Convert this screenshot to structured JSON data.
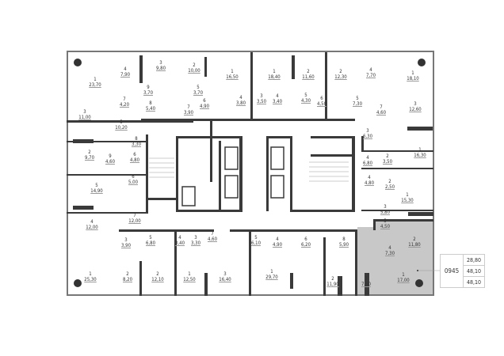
{
  "plan": {
    "rooms": [
      {
        "n": "1",
        "a": "23,70"
      },
      {
        "n": "4",
        "a": "7,90"
      },
      {
        "n": "3",
        "a": "9,80"
      },
      {
        "n": "2",
        "a": "10,00"
      },
      {
        "n": "1",
        "a": "16,50"
      },
      {
        "n": "9",
        "a": "3,70"
      },
      {
        "n": "5",
        "a": "3,70"
      },
      {
        "n": "7",
        "a": "4,20"
      },
      {
        "n": "8",
        "a": "5,40"
      },
      {
        "n": "7",
        "a": "3,90"
      },
      {
        "n": "6",
        "a": "4,90"
      },
      {
        "n": "4",
        "a": "3,80"
      },
      {
        "n": "3",
        "a": "11,00"
      },
      {
        "n": "5",
        "a": "10,20"
      },
      {
        "n": "8",
        "a": "3,30"
      },
      {
        "n": "2",
        "a": "9,70"
      },
      {
        "n": "9",
        "a": "4,60"
      },
      {
        "n": "6",
        "a": "4,80"
      },
      {
        "n": "6",
        "a": "5,00"
      },
      {
        "n": "5",
        "a": "14,90"
      },
      {
        "n": "4",
        "a": "12,00"
      },
      {
        "n": "7",
        "a": "12,00"
      },
      {
        "n": "3",
        "a": "3,90"
      },
      {
        "n": "5",
        "a": "6,80"
      },
      {
        "n": "4",
        "a": "3,40"
      },
      {
        "n": "3",
        "a": "3,30"
      },
      {
        "n": "7",
        "a": "4,60"
      },
      {
        "n": "5",
        "a": "6,10"
      },
      {
        "n": "1",
        "a": "25,30"
      },
      {
        "n": "2",
        "a": "8,20"
      },
      {
        "n": "2",
        "a": "12,10"
      },
      {
        "n": "1",
        "a": "12,50"
      },
      {
        "n": "3",
        "a": "16,40"
      },
      {
        "n": "1",
        "a": "29,70"
      },
      {
        "n": "2",
        "a": "11,90"
      },
      {
        "n": "3",
        "a": "7,50"
      },
      {
        "n": "1",
        "a": "17,00"
      },
      {
        "n": "4",
        "a": "4,90"
      },
      {
        "n": "6",
        "a": "6,20"
      },
      {
        "n": "8",
        "a": "5,90"
      },
      {
        "n": "5",
        "a": "4,50"
      },
      {
        "n": "2",
        "a": "11,80"
      },
      {
        "n": "4",
        "a": "7,30"
      },
      {
        "n": "3",
        "a": "5,80"
      },
      {
        "n": "4",
        "a": "4,80"
      },
      {
        "n": "2",
        "a": "2,50"
      },
      {
        "n": "1",
        "a": "15,30"
      },
      {
        "n": "4",
        "a": "6,80"
      },
      {
        "n": "2",
        "a": "3,50"
      },
      {
        "n": "1",
        "a": "16,30"
      },
      {
        "n": "3",
        "a": "6,30"
      },
      {
        "n": "7",
        "a": "4,60"
      },
      {
        "n": "3",
        "a": "12,60"
      },
      {
        "n": "5",
        "a": "7,30"
      },
      {
        "n": "1",
        "a": "18,10"
      },
      {
        "n": "4",
        "a": "7,70"
      },
      {
        "n": "2",
        "a": "12,30"
      },
      {
        "n": "2",
        "a": "11,60"
      },
      {
        "n": "1",
        "a": "18,40"
      },
      {
        "n": "3",
        "a": "3,50"
      },
      {
        "n": "4",
        "a": "3,40"
      },
      {
        "n": "5",
        "a": "4,30"
      },
      {
        "n": "6",
        "a": "4,50"
      }
    ],
    "highlight_color": "#c8c8c8",
    "wall_color": "#3a3a3a"
  },
  "legend": {
    "code": "0945",
    "values": [
      "28,80",
      "48,10",
      "48,10"
    ]
  }
}
